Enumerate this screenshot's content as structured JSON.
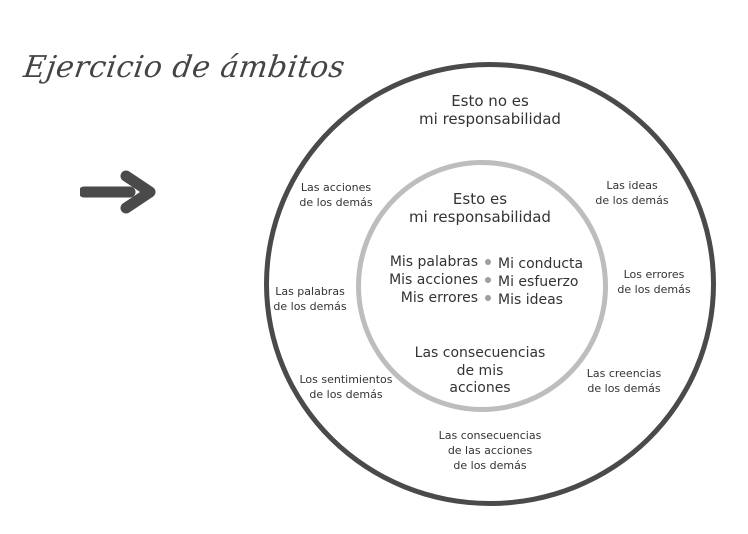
{
  "title": "Ejercicio de ámbitos",
  "outer": {
    "heading": "Esto no es\nmi responsabilidad",
    "items": [
      "Las acciones\nde los demás",
      "Las ideas\nde los demás",
      "Las palabras\nde los demás",
      "Los errores\nde los demás",
      "Los sentimientos\nde los demás",
      "Las creencias\nde los demás",
      "Las consecuencias\nde las acciones\nde los demás"
    ]
  },
  "inner": {
    "heading": "Esto es\nmi responsabilidad",
    "left_items": [
      "Mis palabras",
      "Mis acciones",
      "Mis errores"
    ],
    "right_items": [
      "Mi conducta",
      "Mi esfuerzo",
      "Mis ideas"
    ],
    "bottom": "Las consecuencias\nde mis\nacciones"
  },
  "colors": {
    "outer_ring": "#4a4a4a",
    "inner_ring": "#bdbdbd",
    "arrow": "#4a4a4a",
    "text": "#333333"
  }
}
